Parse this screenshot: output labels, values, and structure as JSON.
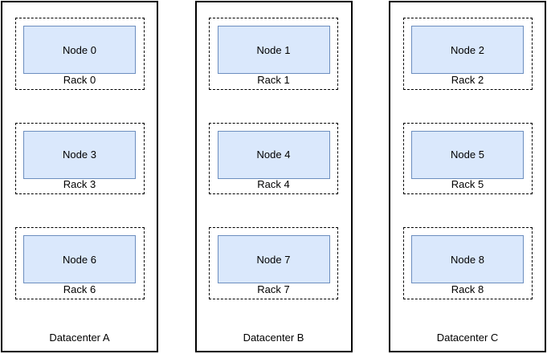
{
  "diagram": {
    "type": "datacenter-topology",
    "colors": {
      "node_fill": "#dae8fc",
      "node_border": "#6c8ebf",
      "rack_border": "#000000",
      "datacenter_border": "#000000",
      "text": "#000000",
      "background": "#ffffff"
    },
    "datacenters": [
      {
        "label": "Datacenter A",
        "racks": [
          {
            "rack_label": "Rack 0",
            "node_label": "Node 0"
          },
          {
            "rack_label": "Rack 3",
            "node_label": "Node 3"
          },
          {
            "rack_label": "Rack 6",
            "node_label": "Node 6"
          }
        ]
      },
      {
        "label": "Datacenter B",
        "racks": [
          {
            "rack_label": "Rack 1",
            "node_label": "Node 1"
          },
          {
            "rack_label": "Rack 4",
            "node_label": "Node 4"
          },
          {
            "rack_label": "Rack 7",
            "node_label": "Node 7"
          }
        ]
      },
      {
        "label": "Datacenter C",
        "racks": [
          {
            "rack_label": "Rack 2",
            "node_label": "Node 2"
          },
          {
            "rack_label": "Rack 5",
            "node_label": "Node 5"
          },
          {
            "rack_label": "Rack 8",
            "node_label": "Node 8"
          }
        ]
      }
    ]
  }
}
